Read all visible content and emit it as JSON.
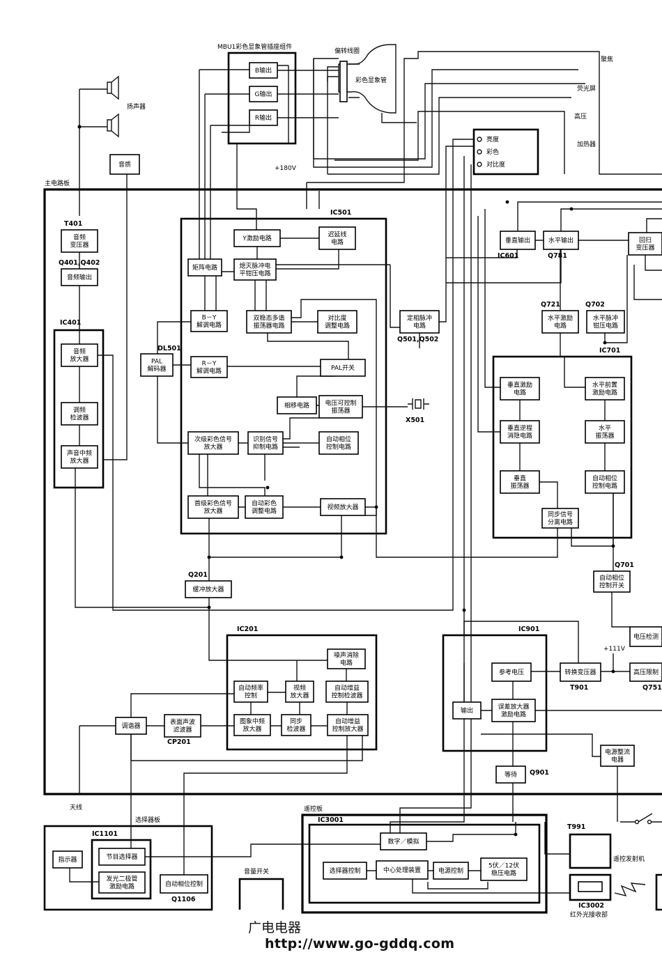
{
  "labels": {
    "mbu": "MBU1彩色显象管插座组件",
    "deflection_coil": "偏转线圈",
    "crt": "彩色显象管",
    "focus": "聚焦",
    "screen_grid": "荧光屏",
    "heater": "加热器",
    "anode": "高压",
    "speaker": "扬声器",
    "v180": "+180V",
    "main_board": "主电路板",
    "antenna": "天线",
    "selector_board": "选择器板",
    "remote_board": "遥控板",
    "v111": "+111V",
    "t401": "T401",
    "q401": "Q401,Q402",
    "ic401": "IC401",
    "ic501": "IC501",
    "dl501": "DL501",
    "q501": "Q501,Q502",
    "x501": "X501",
    "ic601": "IC601",
    "q781": "Q781",
    "q721": "Q721",
    "q702": "Q702",
    "ic701": "IC701",
    "q701": "Q701",
    "q201": "Q201",
    "ic201": "IC201",
    "cp201": "CP201",
    "ic901": "IC901",
    "t901": "T901",
    "q751": "Q751",
    "q901": "Q901",
    "ic1101": "IC1101",
    "q1106": "Q1106",
    "ic3001": "IC3001",
    "t991": "T991",
    "ic3002": "IC3002",
    "ir_receiver": "红外光接收部",
    "volume_switch": "音量开关",
    "remote_tx": "遥控发射机"
  },
  "knobs": [
    "亮度",
    "彩色",
    "对比度"
  ],
  "blocks": {
    "b_out": [
      "B输出"
    ],
    "g_out": [
      "G输出"
    ],
    "r_out": [
      "R输出"
    ],
    "tone": [
      "音质"
    ],
    "audio_tx": [
      "音频",
      "变压器"
    ],
    "audio_out": [
      "音频输出"
    ],
    "audio_amp": [
      "音频",
      "放大器"
    ],
    "fm_det": [
      "调频",
      "检波器"
    ],
    "sif_amp": [
      "声音中频",
      "放大器"
    ],
    "pal_dec": [
      "PAL",
      "解码器"
    ],
    "matrix": [
      "矩阵电路"
    ],
    "b_y": [
      "B－Y",
      "解调电路"
    ],
    "r_y": [
      "R－Y",
      "解调电路"
    ],
    "y_drv": [
      "Y激励电路"
    ],
    "blank_clamp": [
      "熄灭脉冲电",
      "平钳压电路"
    ],
    "delay": [
      "迟延线",
      "电路"
    ],
    "bistable": [
      "双稳态多谐",
      "振荡器电路"
    ],
    "contrast_adj": [
      "对比度",
      "调整电路"
    ],
    "pal_sw": [
      "PAL开关"
    ],
    "phase_shift": [
      "相移电路"
    ],
    "vco": [
      "电压可控制",
      "振荡器"
    ],
    "chroma2": [
      "次级彩色信号",
      "放大器"
    ],
    "ident": [
      "识别信号",
      "抑制电路"
    ],
    "apc": [
      "自动相位",
      "控制电路"
    ],
    "chroma1": [
      "首级彩色信号",
      "放大器"
    ],
    "acc": [
      "自动彩色",
      "调整电路"
    ],
    "video_amp": [
      "视频放大器"
    ],
    "fixed_phase": [
      "定相脉冲",
      "电路"
    ],
    "v_out": [
      "垂直输出"
    ],
    "h_out": [
      "水平输出"
    ],
    "flyback": [
      "回扫",
      "变压器"
    ],
    "h_drv": [
      "水平激励",
      "电路"
    ],
    "h_clamp": [
      "水平脉冲",
      "钳压电路"
    ],
    "v_drv": [
      "垂直激励",
      "电路"
    ],
    "h_pre": [
      "水平前置",
      "激励电路"
    ],
    "v_blank": [
      "垂直逆程",
      "消隐电路"
    ],
    "h_osc": [
      "水平",
      "振荡器"
    ],
    "v_osc": [
      "垂直",
      "振荡器"
    ],
    "afc": [
      "自动相位",
      "控制电路"
    ],
    "sync_sep": [
      "同步信号",
      "分离电路"
    ],
    "afc_sw": [
      "自动相位",
      "控制开关"
    ],
    "buffer": [
      "缓冲放大器"
    ],
    "noise": [
      "噪声消除",
      "电路"
    ],
    "aft": [
      "自动频率",
      "控制"
    ],
    "vid_amp": [
      "视频",
      "放大器"
    ],
    "agc_det": [
      "自动增益",
      "控制检波器"
    ],
    "pif": [
      "图象中频",
      "放大器"
    ],
    "sync_det": [
      "同步",
      "检波器"
    ],
    "agc_amp": [
      "自动增益",
      "控制放大器"
    ],
    "tuner": [
      "调谐器"
    ],
    "saw": [
      "表面声波",
      "滤波器"
    ],
    "v_detect": [
      "电压检测"
    ],
    "ref_v": [
      "参考电压"
    ],
    "conv_tx": [
      "转换变压器"
    ],
    "hv_limit": [
      "高压限制"
    ],
    "output": [
      "输出"
    ],
    "err_amp": [
      "误差放大器",
      "激励电路"
    ],
    "rectifier": [
      "电源整流",
      "电器"
    ],
    "standby": [
      "等待"
    ],
    "indicator": [
      "指示器"
    ],
    "prog_sel": [
      "节目选择器"
    ],
    "led_drv": [
      "发光二极管",
      "激励电路"
    ],
    "afc_ctrl": [
      "自动相位控制"
    ],
    "dac": [
      "数字／模拟"
    ],
    "sel_ctrl": [
      "选择器控制"
    ],
    "cpu": [
      "中心处理装置"
    ],
    "pwr_ctrl": [
      "电源控制"
    ],
    "reg": [
      "5伏／12伏",
      "稳压电路"
    ]
  },
  "footer": {
    "site_name": "广电电器",
    "url": "http://www.go-gddq.com"
  }
}
